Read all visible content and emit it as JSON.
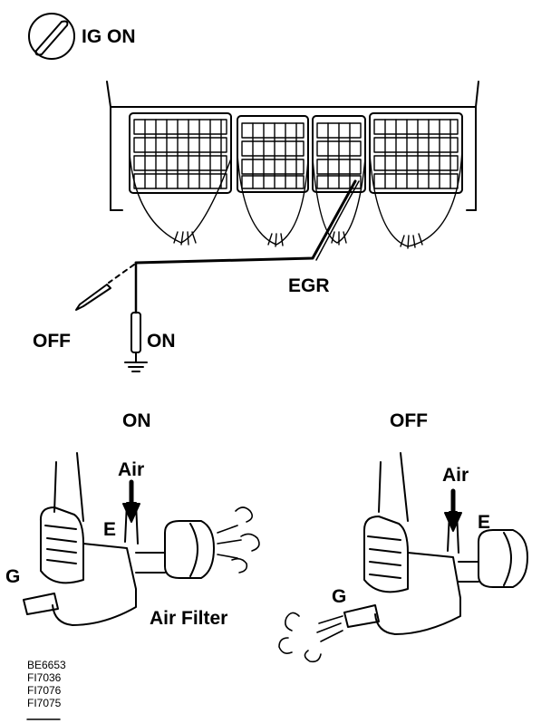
{
  "ignition": {
    "label": "IG ON"
  },
  "connector": {
    "terminal_label": "EGR"
  },
  "probe": {
    "off_label": "OFF",
    "on_label": "ON"
  },
  "valve_on": {
    "state_label": "ON",
    "air_label": "Air",
    "port_e_label": "E",
    "port_g_label": "G",
    "filter_label": "Air Filter"
  },
  "valve_off": {
    "state_label": "OFF",
    "air_label": "Air",
    "port_e_label": "E",
    "port_g_label": "G"
  },
  "figure_codes": [
    "BE6653",
    "FI7036",
    "FI7076",
    "FI7075"
  ]
}
